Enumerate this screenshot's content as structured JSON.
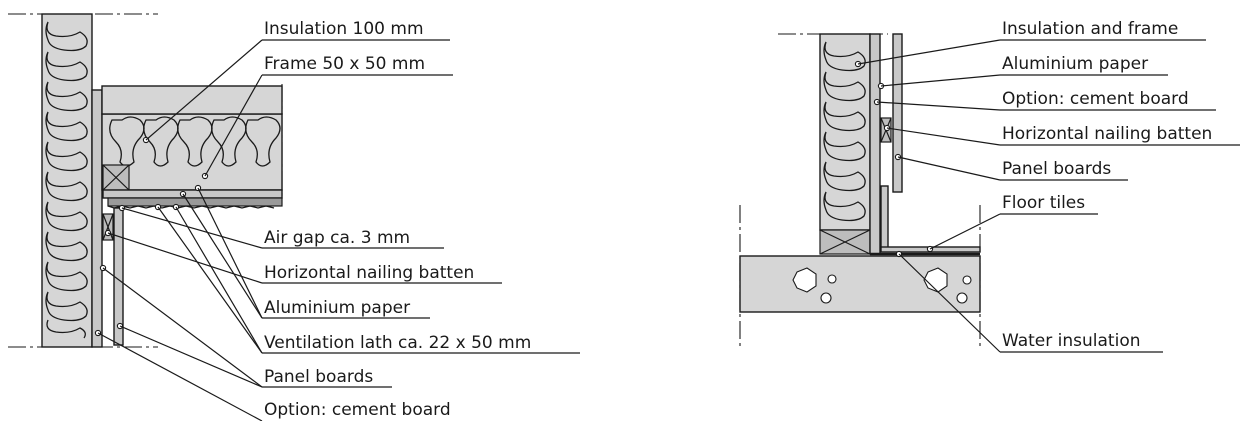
{
  "left_detail": {
    "labels": [
      "Insulation 100 mm",
      "Frame 50 x 50 mm",
      "Air gap ca. 3 mm",
      "Horizontal nailing batten",
      "Aluminium paper",
      "Ventilation lath ca. 22 x 50 mm",
      "Panel boards",
      "Option: cement board"
    ]
  },
  "right_detail": {
    "labels": [
      "Insulation and frame",
      "Aluminium paper",
      "Option: cement board",
      "Horizontal nailing batten",
      "Panel boards",
      "Floor tiles",
      "Water insulation"
    ]
  },
  "colors": {
    "line": "#1a1a1a",
    "insulation_fill": "#d6d6d6",
    "board_fill": "#c8c8c8",
    "background": "#ffffff"
  }
}
